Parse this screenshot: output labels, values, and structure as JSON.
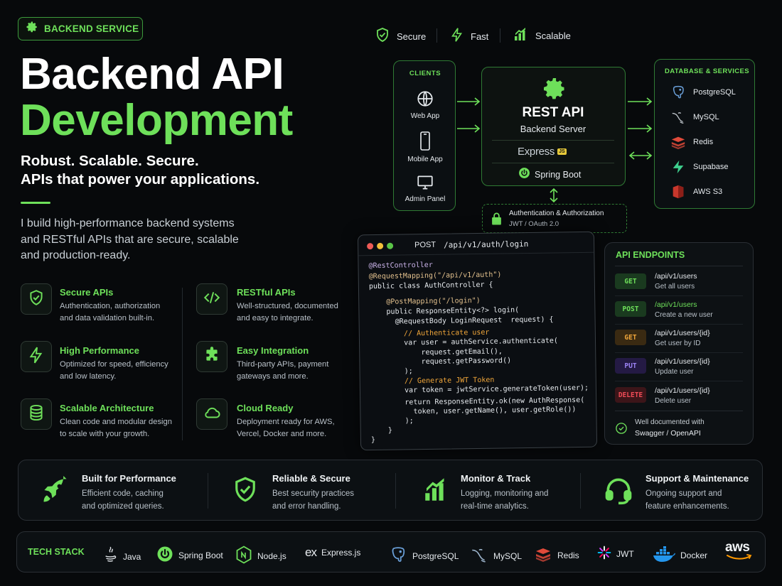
{
  "badge": {
    "label": "BACKEND SERVICE"
  },
  "hero": {
    "title_line1": "Backend API",
    "title_line2": "Development",
    "tagline1": "Robust. Scalable. Secure.",
    "tagline2": "APIs that power your applications.",
    "intro": [
      "I build high-performance backend systems",
      "and RESTful APIs that are secure, scalable",
      "and production-ready."
    ]
  },
  "features": [
    {
      "title": "Secure APIs",
      "desc": [
        "Authentication, authorization",
        "and data validation built-in."
      ],
      "icon": "shield-check-icon"
    },
    {
      "title": "RESTful APIs",
      "desc": [
        "Well-structured, documented",
        "and easy to integrate."
      ],
      "icon": "code-icon"
    },
    {
      "title": "High Performance",
      "desc": [
        "Optimized for speed, efficiency",
        "and low latency."
      ],
      "icon": "lightning-icon"
    },
    {
      "title": "Easy Integration",
      "desc": [
        "Third-party APIs, payment",
        "gateways and more."
      ],
      "icon": "puzzle-icon"
    },
    {
      "title": "Scalable Architecture",
      "desc": [
        "Clean code and modular design",
        "to scale with your growth."
      ],
      "icon": "database-icon"
    },
    {
      "title": "Cloud Ready",
      "desc": [
        "Deployment ready for AWS,",
        "Vercel, Docker and more."
      ],
      "icon": "cloud-icon"
    }
  ],
  "pills": [
    {
      "label": "Secure",
      "icon": "shield-check-icon"
    },
    {
      "label": "Fast",
      "icon": "lightning-icon"
    },
    {
      "label": "Scalable",
      "icon": "bar-chart-icon"
    }
  ],
  "diagram": {
    "clients_title": "CLIENTS",
    "clients": [
      {
        "label": "Web App",
        "icon": "globe-icon"
      },
      {
        "label": "Mobile App",
        "icon": "phone-icon"
      },
      {
        "label": "Admin Panel",
        "icon": "monitor-icon"
      }
    ],
    "api_title": "REST API",
    "api_subtitle": "Backend Server",
    "express": "Express",
    "express_badge": "JS",
    "spring": "Spring Boot",
    "auth_title": "Authentication & Authorization",
    "auth_sub": "JWT / OAuth 2.0",
    "services_title": "DATABASE & SERVICES",
    "services": [
      {
        "label": "PostgreSQL",
        "icon": "postgresql-icon"
      },
      {
        "label": "MySQL",
        "icon": "mysql-icon"
      },
      {
        "label": "Redis",
        "icon": "redis-icon"
      },
      {
        "label": "Supabase",
        "icon": "supabase-icon"
      },
      {
        "label": "AWS S3",
        "icon": "aws-s3-icon"
      }
    ]
  },
  "code_window": {
    "method": "POST",
    "path": "/api/v1/auth/login",
    "lines": [
      "@RestController",
      "@RequestMapping(\"/api/v1/auth\")",
      "public class AuthController {",
      "",
      "    @PostMapping(\"/login\")",
      "    public ResponseEntity<?> login(",
      "      @RequestBody LoginRequest  request) {",
      "        // Authenticate user",
      "        var user = authService.authenticate(",
      "            request.getEmail(),",
      "            request.getPassword()",
      "        );",
      "        // Generate JWT Token",
      "        var token = jwtService.generateToken(user);",
      "        return ResponseEntity.ok(new AuthResponse(",
      "          token, user.getName(), user.getRole())",
      "        );",
      "    }",
      "}"
    ]
  },
  "endpoints": {
    "title": "API ENDPOINTS",
    "items": [
      {
        "method": "GET",
        "path": "/api/v1/users",
        "desc": "Get all users",
        "color": "#6ee05a"
      },
      {
        "method": "POST",
        "path": "/api/v1/users",
        "desc": "Create a new user",
        "color": "#6ee05a"
      },
      {
        "method": "GET",
        "path": "/api/v1/users/{id}",
        "desc": "Get user by ID",
        "color": "#f0a63a"
      },
      {
        "method": "PUT",
        "path": "/api/v1/users/{id}",
        "desc": "Update user",
        "color": "#8b6cf0"
      },
      {
        "method": "DELETE",
        "path": "/api/v1/users/{id}",
        "desc": "Delete user",
        "color": "#ef4b56"
      }
    ],
    "doc_line1": "Well documented with",
    "doc_line2": "Swagger / OpenAPI"
  },
  "benefits": [
    {
      "title": "Built for Performance",
      "desc": [
        "Efficient code, caching",
        "and optimized queries."
      ],
      "icon": "rocket-icon"
    },
    {
      "title": "Reliable & Secure",
      "desc": [
        "Best security practices",
        "and error handling."
      ],
      "icon": "shield-check-icon"
    },
    {
      "title": "Monitor & Track",
      "desc": [
        "Logging, monitoring and",
        "real-time analytics."
      ],
      "icon": "bar-chart-icon"
    },
    {
      "title": "Support & Maintenance",
      "desc": [
        "Ongoing support and",
        "feature enhancements."
      ],
      "icon": "headset-icon"
    }
  ],
  "tech_stack": {
    "title": "TECH STACK",
    "items": [
      "Java",
      "Spring Boot",
      "Node.js",
      "Express.js",
      "PostgreSQL",
      "MySQL",
      "Redis",
      "JWT",
      "Docker"
    ],
    "aws_logo": "aws"
  },
  "colors": {
    "accent": "#6ee05a",
    "background": "#07090b",
    "panel_border": "#2f7a34"
  }
}
